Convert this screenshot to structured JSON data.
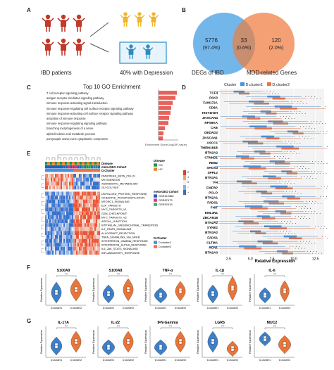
{
  "panel_labels": [
    "A",
    "B",
    "C",
    "D",
    "E",
    "F",
    "G"
  ],
  "panelA": {
    "left_caption": "IBD patients",
    "right_caption": "40% with Depression",
    "colors": {
      "red": "#c0392b",
      "yellow": "#f0b429",
      "blue": "#2b8cc4"
    }
  },
  "panelB": {
    "left_count": "5776",
    "left_pct": "(97.4%)",
    "mid_count": "33",
    "mid_pct": "(0.6%)",
    "right_count": "120",
    "right_pct": "(2.0%)",
    "left_caption": "DEGs of IBD",
    "right_caption": "MDD-related Genes",
    "colors": {
      "left": "#5aa9e6",
      "right": "#f28e5c"
    }
  },
  "panelC": {
    "title": "Top 10 GO Enrichment",
    "axis_label": "Enrichment Score(-log10P-value)",
    "terms": [
      "T cell receptor signaling pathway",
      "antigen receptor-mediated signaling pathway",
      "immune response-activating signal transduction",
      "immune response-regulating cell surface receptor signaling pathway",
      "immune response-activating cell surface receptor signaling pathway",
      "activation of immune response",
      "immune response-regulating signaling pathway",
      "branching morphogenesis of a nerve",
      "alpha-linolenic acid metabolic process",
      "presynaptic active zone cytoplasmic component"
    ],
    "bar_color": "#e8615a"
  },
  "panelD": {
    "legend_title": "Cluster",
    "legend_items": [
      "D.cluster1",
      "D.cluster2"
    ],
    "genes": [
      "TCF4",
      "PAK3",
      "FAM172A",
      "CD8A",
      "HIST1H3H",
      "ZKSCAN4",
      "RPS6KA",
      "CAB",
      "DEDAD2",
      "ZKSCAN1",
      "ASCC1",
      "TMEM181B",
      "BTN2A2",
      "CTNND1",
      "REB2",
      "SHOX3",
      "SPPL2",
      "BTN3A1",
      "FH",
      "FMFRP",
      "PCLO",
      "BTN2A1",
      "FADS1",
      "FHIT",
      "EML3N1",
      "ZBCAN18",
      "BTN2A2",
      "SYNE2",
      "BTN3A2",
      "FADS1",
      "CLTMA",
      "RCN1",
      "BTN2A3"
    ],
    "x_ticks": [
      "2.5",
      "5.0",
      "7.5",
      "10.0",
      "12.5"
    ],
    "x_label": "Relative Expression",
    "colors": {
      "c1": "#4a90d9",
      "c2": "#e8734a"
    }
  },
  "panelE": {
    "track_labels": [
      "Disease",
      "meta-GEO Cohort",
      "D.Cluster"
    ],
    "pathways_top": [
      "PANCREAS_BETA_CELLS",
      "MYOGENESIS",
      "XENOBIOTIC_METABOLISM",
      "GLYCOLYSIS"
    ],
    "pathways_bottom": [
      "UNFOLDED_PROTEIN_RESPONSE",
      "OXIDATIVE_PHOSPHORYLATION",
      "MTORC1_SIGNALING",
      "E2F_TARGETS",
      "MYC_TARGETS_V1",
      "G2M_CHECKPOINT",
      "MYC_TARGETS_V2",
      "APICAL_JUNCTION",
      "EPITHELIAL_MESENCHYMAL_TRANSITION",
      "IL2_STAT5_SIGNALING",
      "ALLOGRAFT_REJECTION",
      "TNFA_SIGNALING_VIA_NFKB",
      "INTERFERON_GAMMA_RESPONSE",
      "INTERFERON_ALPHA_RESPONSE",
      "IL6_JAK_STAT3_SIGNALING",
      "INFLAMMATORY_RESPONSE"
    ],
    "legend_disease_title": "Disease",
    "legend_disease": [
      "CD",
      "UC"
    ],
    "legend_cohort_title": "meta-GEO Cohort",
    "legend_cohort": [
      "GSE112366",
      "GSE87473",
      "GSE92415"
    ],
    "legend_cluster_title": "D.Cluster",
    "legend_cluster": [
      "D.cluster1",
      "D.cluster2"
    ],
    "scale_ticks": [
      "2",
      "1",
      "0",
      "-1",
      "-2"
    ],
    "colors": {
      "cd": "#2e8b57",
      "uc": "#e08a2e",
      "g1": "#1f5fbf",
      "g2": "#d63c8c",
      "g3": "#3bb273",
      "c1": "#4a90d9",
      "c2": "#e8734a"
    }
  },
  "panelF": {
    "titles": [
      "S100A9",
      "S100A8",
      "TNF-α",
      "IL-1β",
      "IL-6"
    ],
    "ylabel": "Relative Expression",
    "xlabels": [
      "D.cluster1",
      "D.cluster2"
    ]
  },
  "panelG": {
    "titles": [
      "IL-17A",
      "IL-22",
      "IFN-Gamma",
      "LGR5",
      "MUC2"
    ],
    "ylabel": "Relative Expression",
    "xlabels": [
      "D.cluster1",
      "D.cluster2"
    ]
  }
}
